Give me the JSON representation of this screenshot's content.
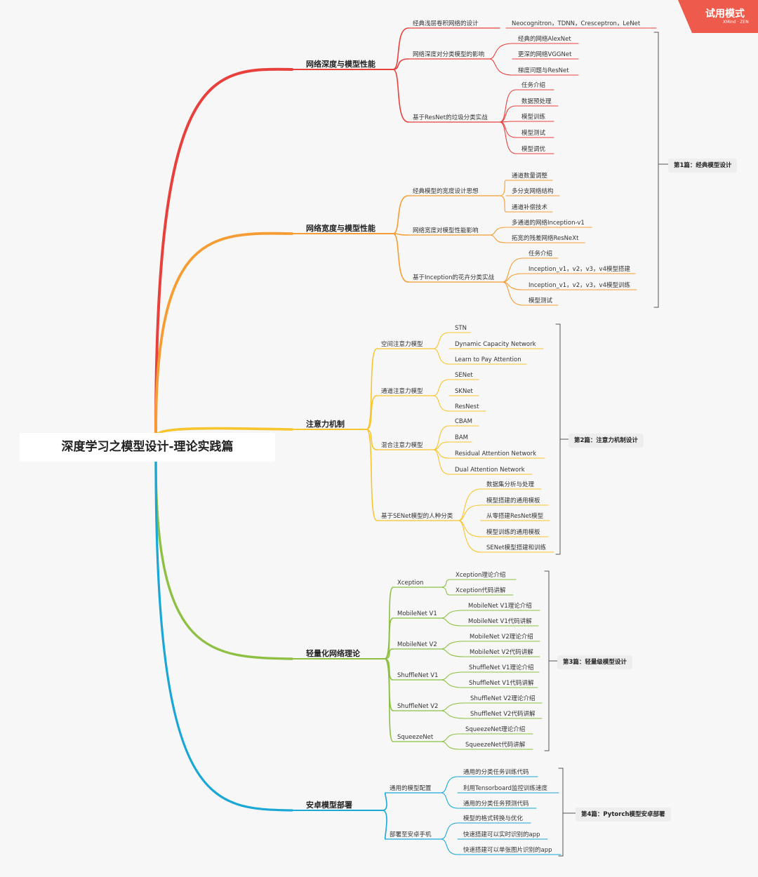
{
  "root": "深度学习之模型设计-理论实践篇",
  "watermark": {
    "text": "试用模式",
    "brand": "XMind · ZEN",
    "color": "#ee5b4c"
  },
  "branches": [
    {
      "label": "网络深度与模型性能",
      "color": "#e8403c",
      "children": [
        {
          "label": "经典浅层卷积网络的设计",
          "children": [
            "Neocognitron，TDNN，Cresceptron，LeNet"
          ]
        },
        {
          "label": "网络深度对分类模型的影响",
          "children": [
            "经典的网络AlexNet",
            "更深的网络VGGNet",
            "梯度问题与ResNet"
          ]
        },
        {
          "label": "基于ResNet的垃圾分类实战",
          "children": [
            "任务介绍",
            "数据预处理",
            "模型训练",
            "模型测试",
            "模型调优"
          ]
        }
      ]
    },
    {
      "label": "网络宽度与模型性能",
      "color": "#f59d33",
      "children": [
        {
          "label": "经典模型的宽度设计思想",
          "children": [
            "通道数量调整",
            "多分支网络结构",
            "通道补偿技术"
          ]
        },
        {
          "label": "网络宽度对模型性能影响",
          "children": [
            "多通道的网络Inception-v1",
            "拓宽的残差网络ResNeXt"
          ]
        },
        {
          "label": "基于Inception的花卉分类实战",
          "children": [
            "任务介绍",
            "Inception_v1，v2，v3，v4模型搭建",
            "Inception_v1，v2，v3，v4模型训练",
            "模型测试"
          ]
        }
      ]
    },
    {
      "label": "注意力机制",
      "color": "#f7c52e",
      "children": [
        {
          "label": "空间注意力模型",
          "children": [
            "STN",
            "Dynamic Capacity Network",
            "Learn to Pay Attention"
          ]
        },
        {
          "label": "通道注意力模型",
          "children": [
            "SENet",
            "SKNet",
            "ResNest"
          ]
        },
        {
          "label": "混合注意力模型",
          "children": [
            "CBAM",
            "BAM",
            "Residual Attention Network",
            "Dual Attention Network"
          ]
        },
        {
          "label": "基于SENet模型的人种分类",
          "children": [
            "数据集分析与处理",
            "模型搭建的通用模板",
            "从零搭建ResNet模型",
            "模型训练的通用模板",
            "SENet模型搭建和训练"
          ]
        }
      ]
    },
    {
      "label": "轻量化网络理论",
      "color": "#8dc043",
      "children": [
        {
          "label": "Xception",
          "children": [
            "Xception理论介绍",
            "Xception代码讲解"
          ]
        },
        {
          "label": "MobileNet V1",
          "children": [
            "MobileNet V1理论介绍",
            "MobileNet V1代码讲解"
          ]
        },
        {
          "label": "MobileNet V2",
          "children": [
            "MobileNet V2理论介绍",
            "MobileNet V2代码讲解"
          ]
        },
        {
          "label": "ShuffleNet V1",
          "children": [
            "ShuffleNet V1理论介绍",
            "ShuffleNet V1代码讲解"
          ]
        },
        {
          "label": "ShuffleNet V2",
          "children": [
            "ShuffleNet V2理论介绍",
            "ShuffleNet V2代码讲解"
          ]
        },
        {
          "label": "SqueezeNet",
          "children": [
            "SqueezeNet理论介绍",
            "SqueezeNet代码讲解"
          ]
        }
      ]
    },
    {
      "label": "安卓模型部署",
      "color": "#1aa7d6",
      "children": [
        {
          "label": "通用的模型配置",
          "children": [
            "通用的分类任务训练代码",
            "利用Tensorboard监控训练速度",
            "通用的分类任务预测代码"
          ]
        },
        {
          "label": "部署至安卓手机",
          "children": [
            "模型的格式转换与优化",
            "快速搭建可以实时识别的app",
            "快速搭建可以单张图片识别的app"
          ]
        }
      ]
    }
  ],
  "parts": [
    "第1篇：经典模型设计",
    "第2篇：注意力机制设计",
    "第3篇：轻量级模型设计",
    "第4篇：Pytorch模型安卓部署"
  ]
}
